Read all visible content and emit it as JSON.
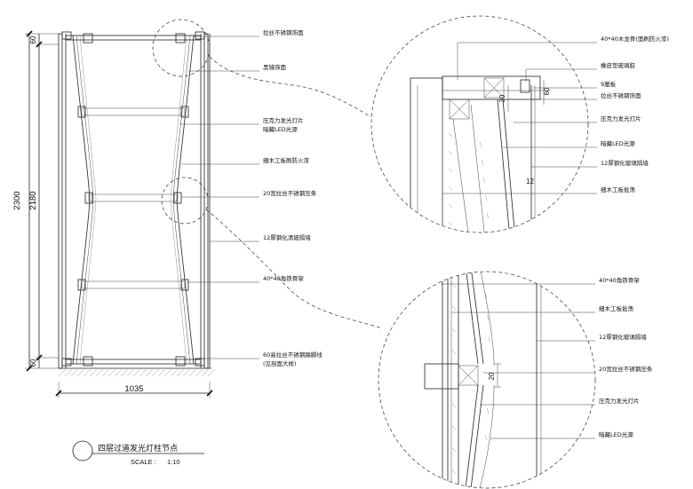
{
  "main_elevation": {
    "dims": {
      "total_height": "2300",
      "inner_height": "2180",
      "top_base": "60",
      "bottom_base": "60",
      "width": "1035"
    },
    "callouts": [
      "拉丝不锈钢饰面",
      "黑镜饰面",
      "压克力发光灯片",
      "暗藏LED光源",
      "细木工板刷防火漆",
      "20宽拉丝不锈钢压条",
      "12厚钢化清玻隔墙",
      "40*40角铁骨架",
      "60高拉丝不锈钢踢脚线",
      "(见剖面大样)"
    ]
  },
  "detail_top": {
    "callouts": [
      "40*40木龙骨(面刷防火漆)",
      "橡皮垫玻璃胶",
      "9厘板",
      "拉丝不锈钢饰面",
      "压克力发光灯片",
      "暗藏LED光源",
      "12厚钢化玻璃隔墙",
      "细木工板批荡"
    ],
    "dims": {
      "d30": "30",
      "d60": "60",
      "d12": "12"
    }
  },
  "detail_bottom": {
    "callouts": [
      "40*40角铁骨架",
      "细木工板批荡",
      "12厚钢化玻璃隔墙",
      "20宽拉丝不锈钢压条",
      "压克力发光灯片",
      "暗藏LED光源"
    ],
    "dims": {
      "d20": "20"
    }
  },
  "title_block": {
    "title": "四层过道发光灯柱节点",
    "scale_label": "SCALE :",
    "scale_value": "1:10"
  }
}
